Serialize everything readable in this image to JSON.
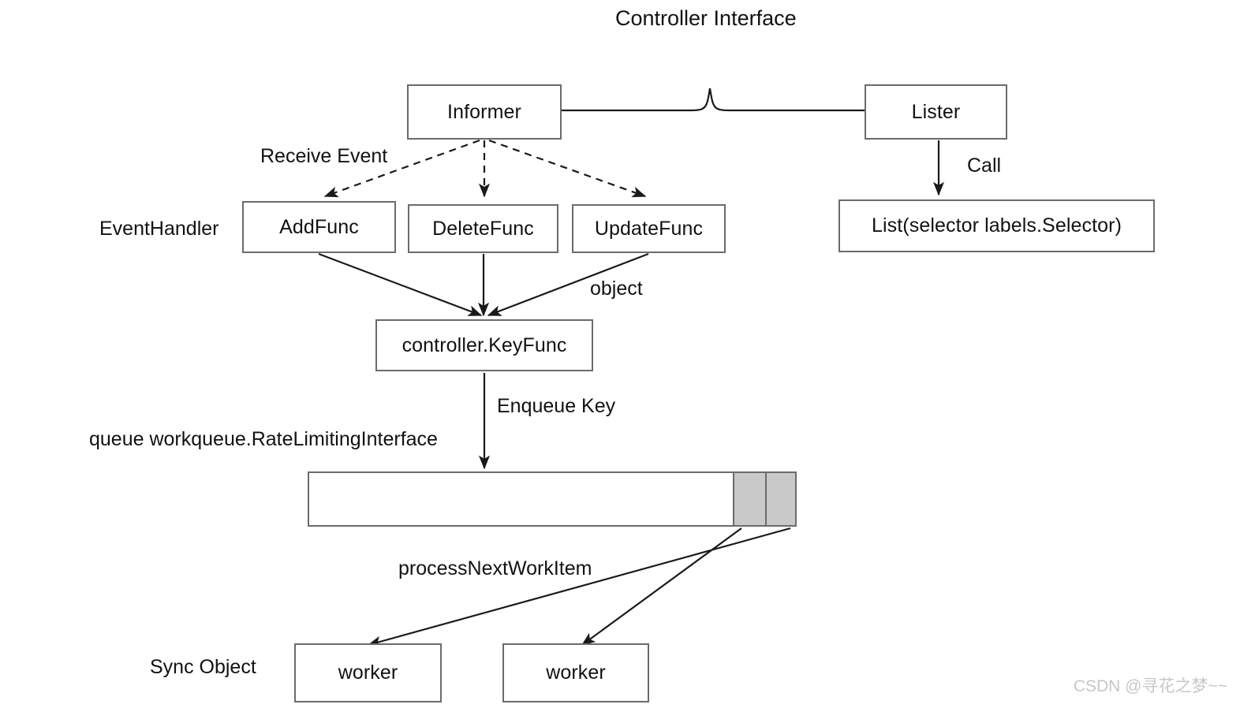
{
  "diagram": {
    "title": "Controller Interface",
    "nodes": {
      "informer": "Informer",
      "lister": "Lister",
      "add_func": "AddFunc",
      "delete_func": "DeleteFunc",
      "update_func": "UpdateFunc",
      "list_call": "List(selector labels.Selector)",
      "key_func": "controller.KeyFunc",
      "worker_left": "worker",
      "worker_right": "worker"
    },
    "labels": {
      "receive_event": "Receive Event",
      "event_handler": "EventHandler",
      "call": "Call",
      "object": "object",
      "enqueue_key": "Enqueue Key",
      "queue_type": "queue workqueue.RateLimitingInterface",
      "process_next_work_item": "processNextWorkItem",
      "sync_object": "Sync Object"
    },
    "watermark": "CSDN @寻花之梦~~",
    "colors": {
      "stroke": "#6b6b6b",
      "line": "#1a1a1a",
      "text": "#121212",
      "queue_fill": "#c9c9c9",
      "background": "#ffffff",
      "watermark": "#c7c7c7"
    }
  }
}
